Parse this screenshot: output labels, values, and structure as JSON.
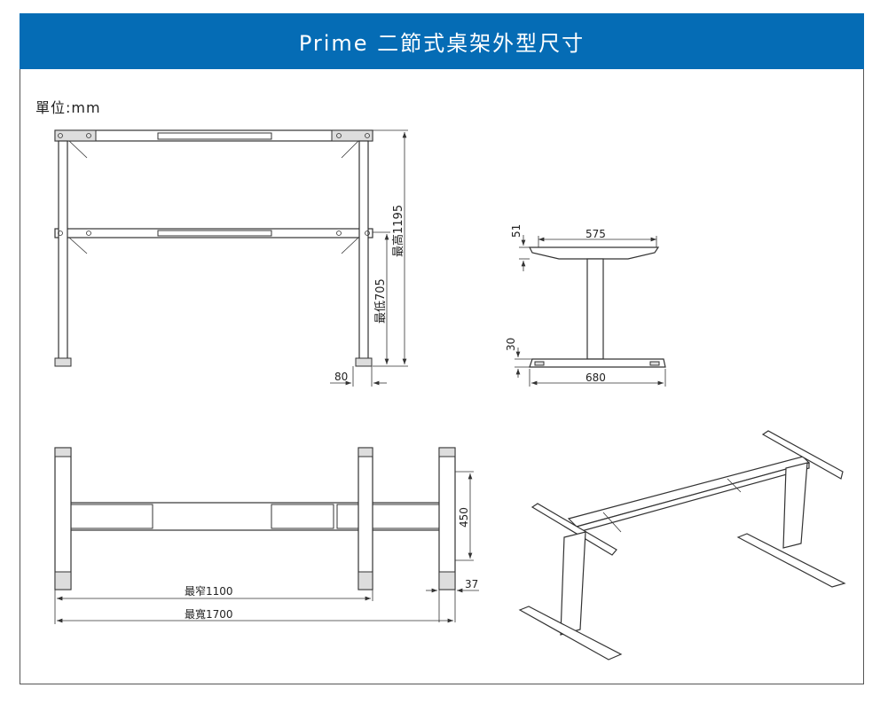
{
  "header": {
    "title": "Prime 二節式桌架外型尺寸",
    "background": "#056cb5"
  },
  "unit_label": "單位:mm",
  "front_view": {
    "max_height": "最高1195",
    "min_height": "最低705",
    "foot_offset": "80"
  },
  "side_view": {
    "top_width": "575",
    "top_thickness": "51",
    "foot_length": "680",
    "foot_height": "30"
  },
  "top_view": {
    "narrowest": "最窄1100",
    "widest": "最寬1700",
    "depth": "450",
    "foot_width": "37"
  }
}
